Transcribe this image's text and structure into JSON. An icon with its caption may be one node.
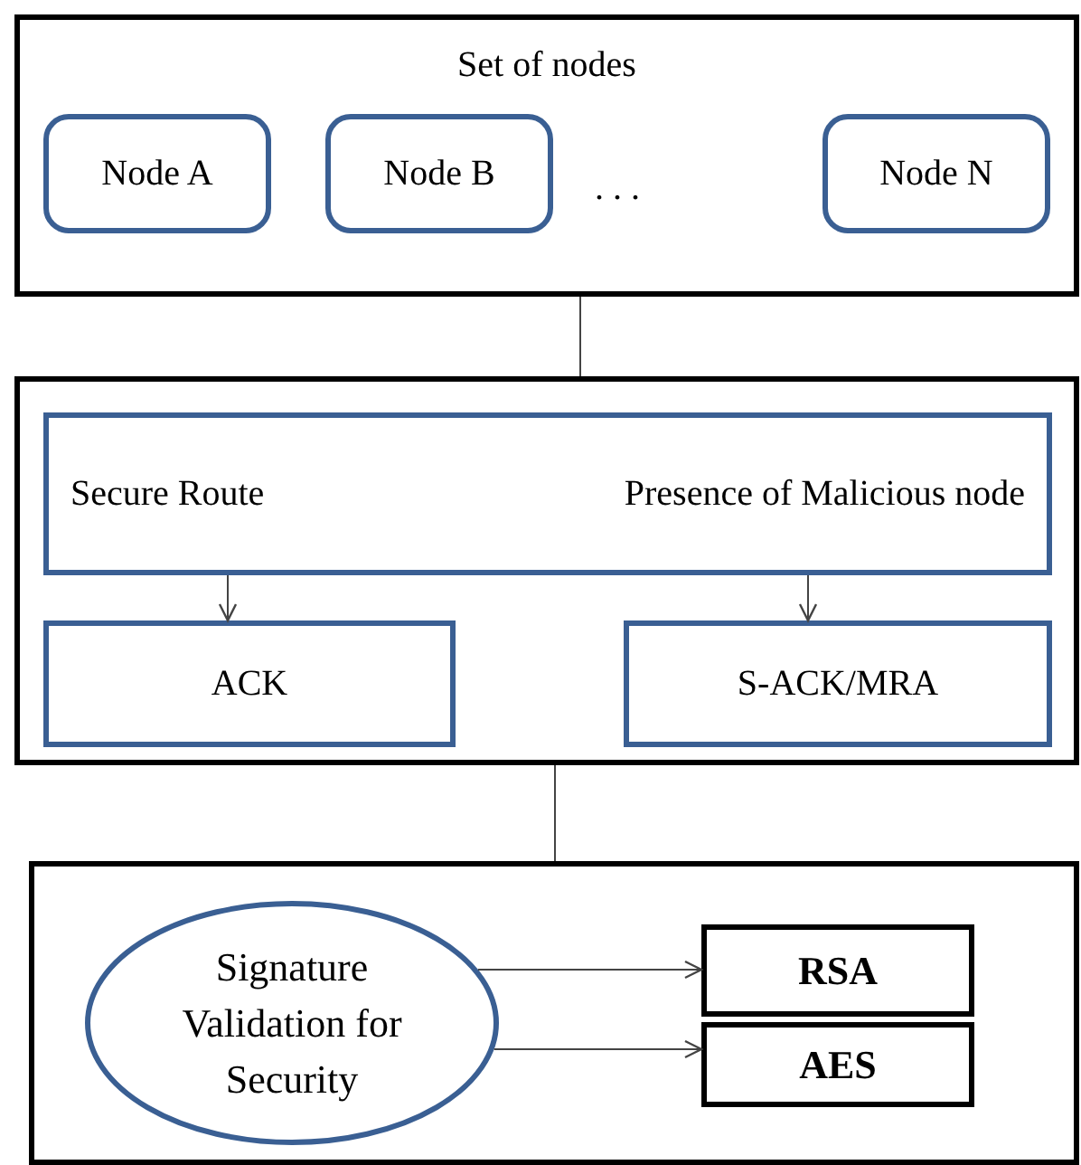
{
  "diagram": {
    "nodes": [
      {
        "text": [
          "Set of nodes"
        ]
      },
      {
        "text": [
          "Node A"
        ],
        "in": 0
      },
      {
        "text": [
          "Node B"
        ],
        "in": 0
      },
      {
        "text": [
          "Node N"
        ],
        "in": 0
      },
      {
        "text": [],
        "shape": "box"
      },
      {
        "text": [
          "Secure Route",
          "Presence of Malicious node"
        ],
        "in": 4
      },
      {
        "text": [
          "ACK"
        ],
        "in": 4
      },
      {
        "text": [
          "S-ACK/MRA"
        ],
        "in": 4
      },
      {
        "text": [],
        "shape": "box"
      },
      {
        "text": [
          "Signature Validation for Security"
        ],
        "in": 8
      },
      {
        "text": [
          "RSA"
        ],
        "in": 8
      },
      {
        "text": [
          "AES"
        ],
        "in": 8
      }
    ],
    "edges": [
      {
        "from": 0,
        "to": 4,
        "arrow": "none"
      },
      {
        "from": 5,
        "to": 6,
        "arrow": "to"
      },
      {
        "from": 5,
        "to": 7,
        "arrow": "to"
      },
      {
        "from": 4,
        "to": 8,
        "arrow": "none"
      },
      {
        "from": 9,
        "to": 10,
        "arrow": "to"
      },
      {
        "from": 9,
        "to": 11,
        "arrow": "to"
      }
    ],
    "labels": [
      ". . ."
    ]
  }
}
